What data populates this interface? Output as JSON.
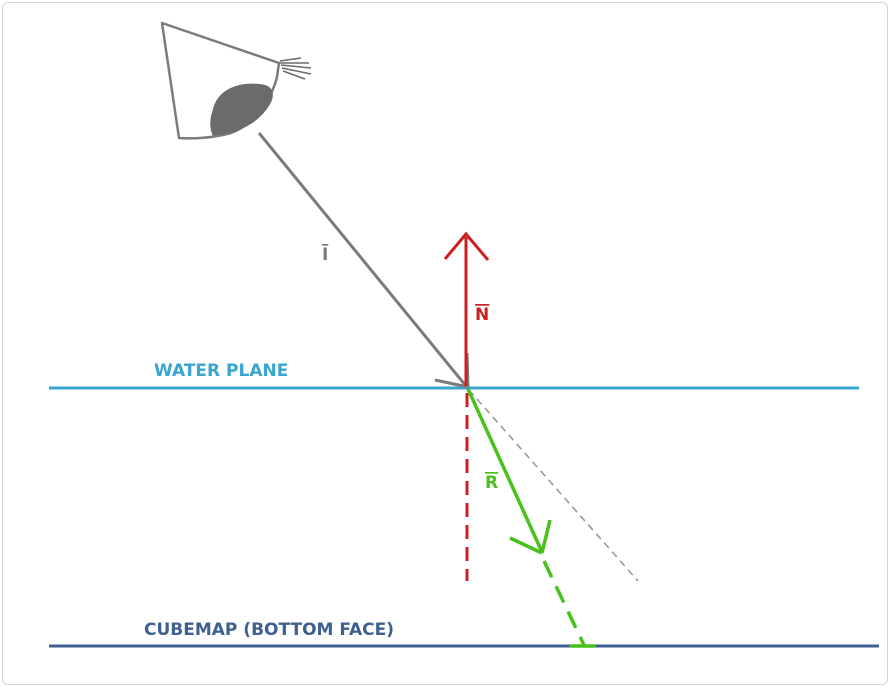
{
  "labels": {
    "water_plane": "WATER PLANE",
    "cubemap": "CUBEMAP (BOTTOM FACE)"
  },
  "vectors": {
    "incident": "I",
    "normal": "N",
    "refracted": "R"
  },
  "colors": {
    "water_plane": "#39a5d0",
    "cubemap_plane": "#3e5f8f",
    "incident": "#7b7b7b",
    "normal": "#cc1f1f",
    "refracted": "#49c11b",
    "dashed_guide": "#9a9a9a",
    "eye_pupil": "#6b6b6b"
  },
  "icons": {
    "eye": "eye-icon"
  }
}
